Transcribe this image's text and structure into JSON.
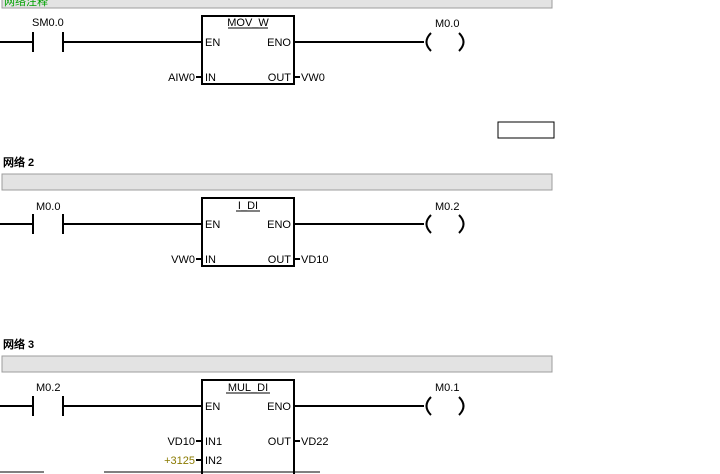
{
  "network1": {
    "comment": "网络注释",
    "contact": "SM0.0",
    "block": {
      "title": "MOV_W",
      "en": "EN",
      "eno": "ENO",
      "in_pin": "IN",
      "out_pin": "OUT"
    },
    "in_operand": "AIW0",
    "out_operand": "VW0",
    "coil": "M0.0"
  },
  "network2": {
    "title": "网络 2",
    "contact": "M0.0",
    "block": {
      "title": "I_DI",
      "en": "EN",
      "eno": "ENO",
      "in_pin": "IN",
      "out_pin": "OUT"
    },
    "in_operand": "VW0",
    "out_operand": "VD10",
    "coil": "M0.2"
  },
  "network3": {
    "title": "网络 3",
    "contact": "M0.2",
    "block": {
      "title": "MUL_DI",
      "en": "EN",
      "eno": "ENO",
      "in1_pin": "IN1",
      "in2_pin": "IN2",
      "out_pin": "OUT"
    },
    "in1_operand": "VD10",
    "in2_operand": "+3125",
    "out_operand": "VD22",
    "coil": "M0.1"
  },
  "colors": {
    "comment_text": "#00a000",
    "constant_text": "#8a7a00",
    "bar_fill": "#e3e3e3"
  }
}
